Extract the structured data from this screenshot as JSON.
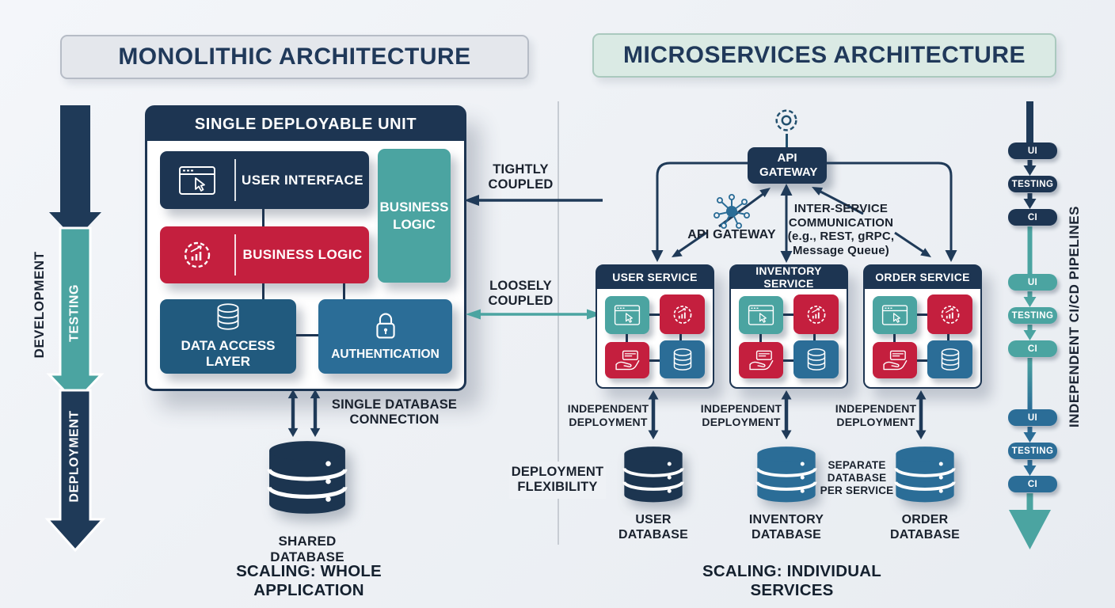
{
  "titles": {
    "left": "MONOLITHIC ARCHITECTURE",
    "right": "MICROSERVICES ARCHITECTURE"
  },
  "colors": {
    "navy": "#1d3552",
    "red": "#c41f3e",
    "teal": "#4ba4a1",
    "steel_blue": "#2b6d97",
    "steel_dark": "#215a7e",
    "band_gray": "#e4e7ec",
    "band_mint": "#daeae4"
  },
  "icons": {
    "browser": "browser-window-with-cursor",
    "gear_chart": "gear-with-bar-chart",
    "database_outline": "database-cylinder-outline",
    "lock": "padlock",
    "hand_card": "hand-holding-card",
    "gear_outline": "gear-outline",
    "hub": "network-hub"
  },
  "monolith": {
    "unit_title": "SINGLE DEPLOYABLE UNIT",
    "components": {
      "ui": "USER INTERFACE",
      "business_logic": "BUSINESS LOGIC",
      "business_logic_side": "BUSINESS LOGIC",
      "data_access": "DATA ACCESS LAYER",
      "auth": "AUTHENTICATION"
    },
    "lifecycle": {
      "development": "DEVELOPMENT",
      "testing": "TESTING",
      "deployment": "DEPLOYMENT"
    },
    "db_connection": "SINGLE DATABASE CONNECTION",
    "database": "SHARED DATABASE",
    "scaling": "SCALING: WHOLE APPLICATION"
  },
  "coupling": {
    "tight": "TIGHTLY COUPLED",
    "loose": "LOOSELY COUPLED"
  },
  "micro": {
    "gateway_box": "API GATEWAY",
    "gateway_label": "API GATEWAY",
    "inter_service_title": "INTER-SERVICE COMMUNICATION",
    "inter_service_detail": "(e.g., REST, gRPC, Message Queue)",
    "services": [
      {
        "title": "USER SERVICE",
        "database": "USER DATABASE"
      },
      {
        "title": "INVENTORY SERVICE",
        "database": "INVENTORY DATABASE"
      },
      {
        "title": "ORDER SERVICE",
        "database": "ORDER DATABASE"
      }
    ],
    "independent_deployment": "INDEPENDENT DEPLOYMENT",
    "deployment_flexibility": "DEPLOYMENT FLEXIBILITY",
    "separate_db": "SEPARATE DATABASE PER SERVICE",
    "scaling": "SCALING: INDIVIDUAL SERVICES",
    "pipeline": {
      "label": "INDEPENDENT CI/CD PIPELINES",
      "stages": [
        "UI",
        "TESTING",
        "CI"
      ]
    }
  }
}
